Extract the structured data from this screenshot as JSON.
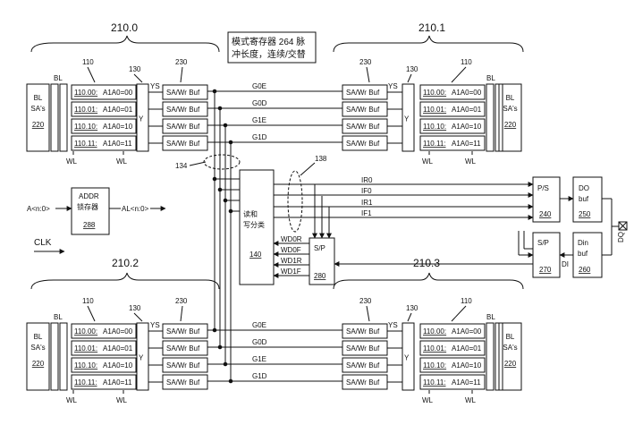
{
  "bank_labels": [
    "210.0",
    "210.1",
    "210.2",
    "210.3"
  ],
  "mode_register_note": {
    "line1": "模式寄存器 264 脉",
    "line2": "冲长度，连续/交替"
  },
  "refs": {
    "array": "110",
    "buf": "230",
    "y": "130",
    "ref134": "134",
    "ref138": "138",
    "bl": "BL",
    "wl": "WL",
    "ys": "YS",
    "y_label": "Y"
  },
  "cell_rows": [
    {
      "id": "110.00",
      "addr": "A1A0=00"
    },
    {
      "id": "110.01",
      "addr": "A1A0=01"
    },
    {
      "id": "110.10",
      "addr": "A1A0=10"
    },
    {
      "id": "110.11",
      "addr": "A1A0=11"
    }
  ],
  "sa_label": {
    "line1": "BL",
    "line2": "SA's",
    "num": "220"
  },
  "buf_label": "SA/Wr Buf",
  "bus_labels": [
    "G0E",
    "G0D",
    "G1E",
    "G1D"
  ],
  "addr_reg": {
    "line1": "ADDR",
    "line2": "锁存器",
    "num": "288"
  },
  "a_in": "A<n:0>",
  "al_out": "AL<n:0>",
  "clk": "CLK",
  "rw_switch": {
    "line1": "读和",
    "line2": "写分类",
    "num": "140"
  },
  "read_signals": [
    "IR0",
    "IF0",
    "IR1",
    "IF1"
  ],
  "write_signals": [
    "WD0R",
    "WD0F",
    "WD1R",
    "WD1F"
  ],
  "sp_left": {
    "label": "S/P",
    "num": "280"
  },
  "ps": {
    "label": "P/S",
    "num": "240"
  },
  "sp_right": {
    "label": "S/P",
    "num": "270"
  },
  "do_buf": {
    "line1": "DO",
    "line2": "buf",
    "num": "250"
  },
  "din_buf": {
    "line1": "Din",
    "line2": "buf",
    "num": "260"
  },
  "di": "DI",
  "dq": "DQ"
}
